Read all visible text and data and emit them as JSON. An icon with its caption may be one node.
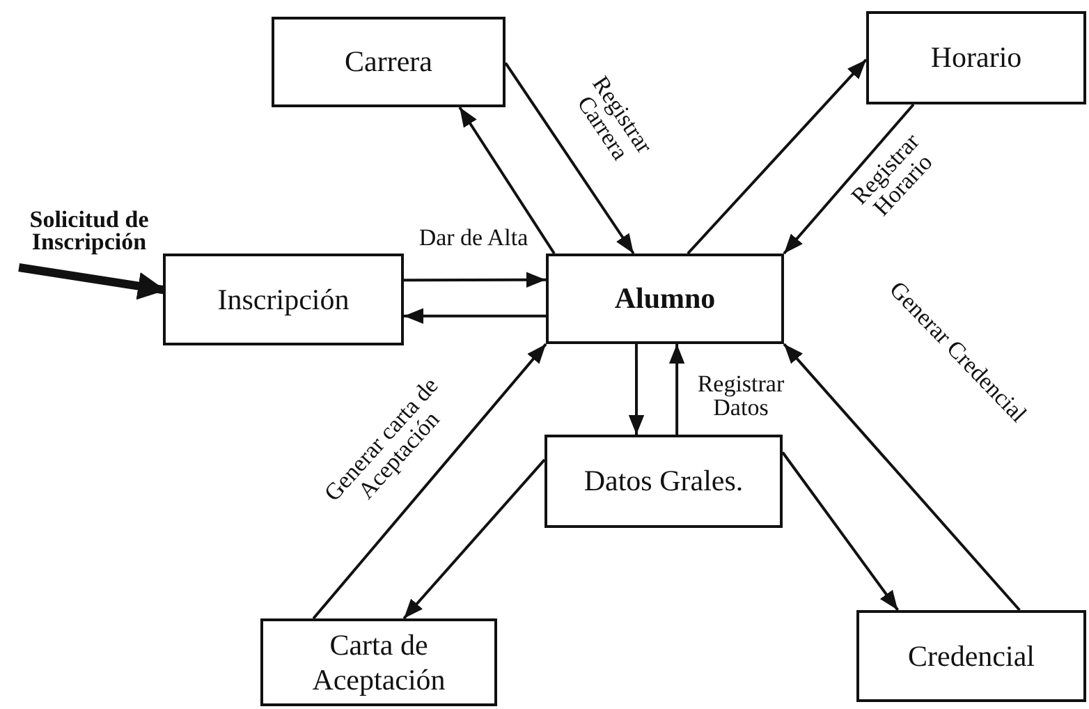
{
  "diagram": {
    "nodes": [
      {
        "text": [
          "Solicitud de Inscripción"
        ]
      },
      {
        "text": [
          "Carrera"
        ]
      },
      {
        "text": [
          "Horario"
        ]
      },
      {
        "text": [
          "Inscripción"
        ]
      },
      {
        "text": [
          "Alumno"
        ]
      },
      {
        "text": [
          "Datos Grales."
        ]
      },
      {
        "text": [
          "Carta de Aceptación"
        ]
      },
      {
        "text": [
          "Credencial"
        ]
      }
    ],
    "edges": [
      {
        "from": 0,
        "to": 3,
        "arrow": "to",
        "style": "thick"
      },
      {
        "from": 4,
        "to": 1,
        "arrow": "to"
      },
      {
        "from": 1,
        "to": 4,
        "arrow": "to",
        "label": "Registrar Carrera"
      },
      {
        "from": 4,
        "to": 2,
        "arrow": "to"
      },
      {
        "from": 2,
        "to": 4,
        "arrow": "to",
        "label": "Registrar Horario"
      },
      {
        "from": 3,
        "to": 4,
        "arrow": "to",
        "label": "Dar de Alta"
      },
      {
        "from": 4,
        "to": 3,
        "arrow": "to"
      },
      {
        "from": 4,
        "to": 5,
        "arrow": "to"
      },
      {
        "from": 5,
        "to": 4,
        "arrow": "to",
        "label": "Registrar Datos"
      },
      {
        "from": 5,
        "to": 6,
        "arrow": "to"
      },
      {
        "from": 6,
        "to": 4,
        "arrow": "to",
        "label": "Generar carta de Aceptación"
      },
      {
        "from": 5,
        "to": 7,
        "arrow": "to"
      },
      {
        "from": 7,
        "to": 4,
        "arrow": "to",
        "label": "Generar Credencial"
      }
    ]
  }
}
